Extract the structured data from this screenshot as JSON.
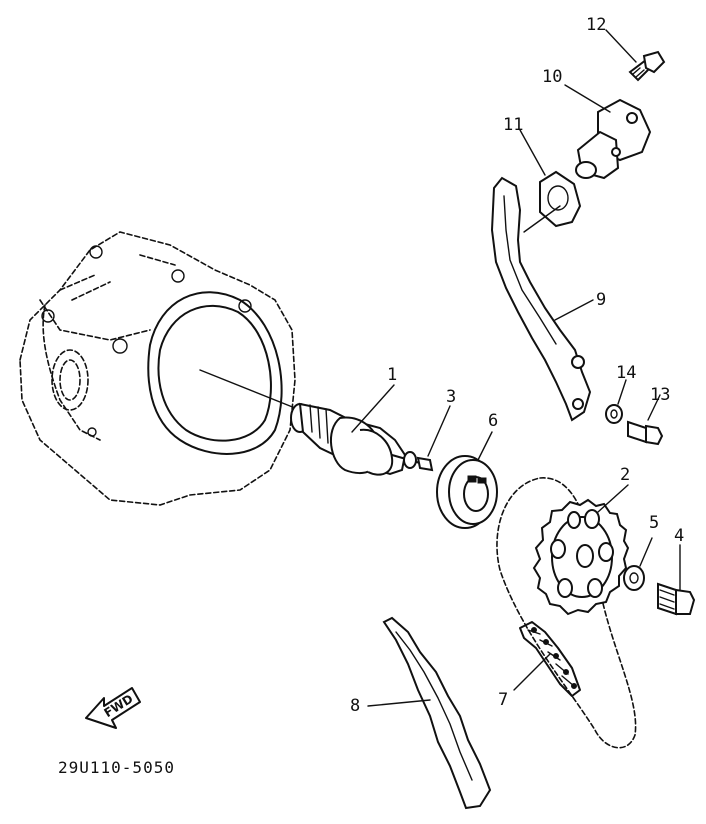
{
  "callouts": {
    "c1": "1",
    "c2": "2",
    "c3": "3",
    "c4": "4",
    "c5": "5",
    "c6": "6",
    "c7": "7",
    "c8": "8",
    "c9": "9",
    "c10": "10",
    "c11": "11",
    "c12": "12",
    "c13": "13",
    "c14": "14"
  },
  "fwd_label": "FWD",
  "figure_code": "29U110-5050"
}
